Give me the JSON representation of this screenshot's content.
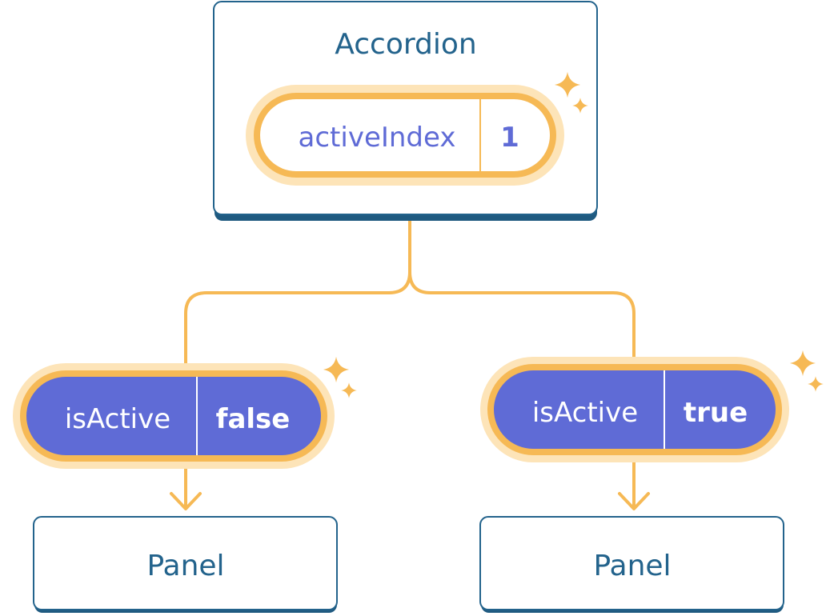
{
  "colors": {
    "box_border": "#23638c",
    "box_shadow": "#1f5a80",
    "state_accent": "#f6b955",
    "state_glow": "#fde4b8",
    "prop_fill": "#5f6bd6",
    "text_dark": "#23638c",
    "text_light": "#ffffff",
    "index_text": "#5f6bd6"
  },
  "accordion": {
    "title": "Accordion",
    "state": {
      "label": "activeIndex",
      "value": "1"
    }
  },
  "children": [
    {
      "prop": {
        "label": "isActive",
        "value": "false"
      },
      "panel": {
        "title": "Panel"
      }
    },
    {
      "prop": {
        "label": "isActive",
        "value": "true"
      },
      "panel": {
        "title": "Panel"
      }
    }
  ]
}
